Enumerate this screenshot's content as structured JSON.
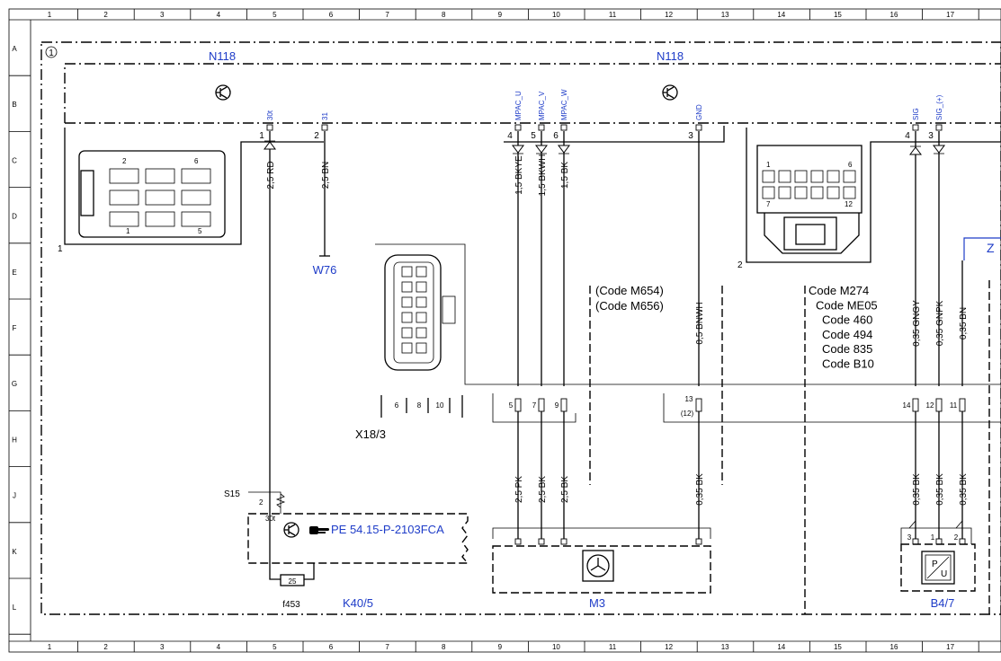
{
  "frame": {
    "columns": [
      "1",
      "2",
      "3",
      "4",
      "5",
      "6",
      "7",
      "8",
      "9",
      "10",
      "11",
      "12",
      "13",
      "14",
      "15",
      "16",
      "17"
    ],
    "rows": [
      "A",
      "B",
      "C",
      "D",
      "E",
      "F",
      "G",
      "H",
      "J",
      "K",
      "L"
    ]
  },
  "modules": {
    "n118_left": "N118",
    "n118_right": "N118",
    "circle_marker": "1"
  },
  "connectors": {
    "c1_label": "1",
    "c2_label": "2",
    "c1_pins": [
      "2",
      "6",
      "1",
      "5"
    ],
    "c2_pins": [
      "1",
      "6",
      "7",
      "12"
    ],
    "x18": "X18/3",
    "x18_pins": [
      "6",
      "8",
      "10"
    ]
  },
  "pins_top": [
    {
      "num": "1",
      "sig": "30t",
      "wire": "2,5 RD"
    },
    {
      "num": "2",
      "sig": "31",
      "wire": "2,5 BN"
    },
    {
      "num": "4",
      "sig": "MPAC_U",
      "wire": "1,5 BKYE"
    },
    {
      "num": "5",
      "sig": "MPAC_V",
      "wire": "1,5 BKWH"
    },
    {
      "num": "6",
      "sig": "MPAC_W",
      "wire": "1,5 BK"
    },
    {
      "num": "3",
      "sig": "GND",
      "wire": "0,5 BNWH"
    },
    {
      "num": "4",
      "sig": "SIG",
      "wire": "0,35 GNGY"
    },
    {
      "num": "3",
      "sig": "SIG_(+)",
      "wire": "0,35 GNPK"
    },
    {
      "num": "",
      "sig": "",
      "wire": "0,35 BN"
    }
  ],
  "ground": "W76",
  "codes_left": [
    "(Code M654)",
    "(Code M656)"
  ],
  "codes_right": [
    "Code M274",
    "Code ME05",
    "Code 460",
    "Code 494",
    "Code 835",
    "Code B10"
  ],
  "mid_pins": [
    "5",
    "7",
    "9",
    "13",
    "(12)",
    "14",
    "12",
    "11"
  ],
  "lower_wires": [
    "2,5 PK",
    "2,5 BK",
    "2,5 BK",
    "0,35 BK",
    "0,35 BK",
    "0,35 BK",
    "0,35 BK"
  ],
  "relay": {
    "s15": "S15",
    "pin2": "2",
    "pin30t": "30t",
    "ref": "PE 54.15-P-2103FCA",
    "fuse": "25",
    "fuse_name": "f453",
    "name": "K40/5"
  },
  "m3": "M3",
  "b47": {
    "name": "B4/7",
    "pins": [
      "3",
      "1",
      "2"
    ],
    "symbol": "P U"
  },
  "z_label": "Z"
}
